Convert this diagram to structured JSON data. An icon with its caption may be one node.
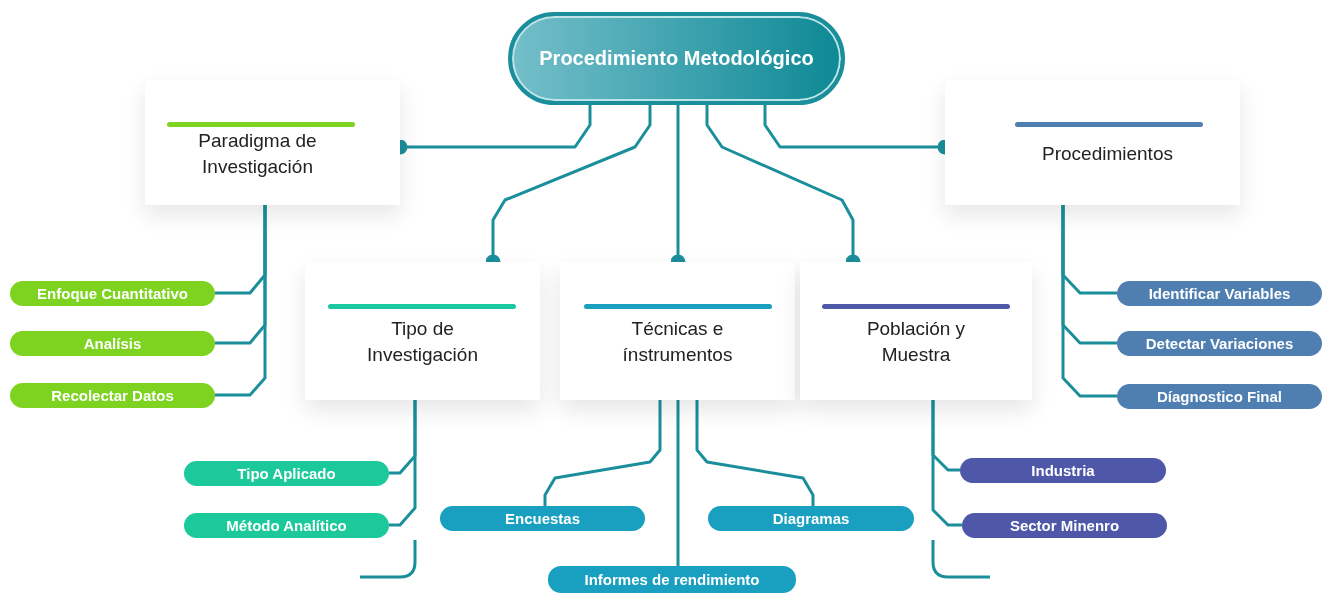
{
  "diagram": {
    "nodes": [
      {
        "text": [
          "Procedimiento Metodológico"
        ]
      },
      {
        "text": [
          "Paradigma de Investigación"
        ]
      },
      {
        "text": [
          "Procedimientos"
        ]
      },
      {
        "text": [
          "Tipo de Investigación"
        ]
      },
      {
        "text": [
          "Técnicas e ínstrumentos"
        ]
      },
      {
        "text": [
          "Población y Muestra"
        ]
      },
      {
        "text": [
          "Enfoque Cuantitativo"
        ]
      },
      {
        "text": [
          "Analísis"
        ]
      },
      {
        "text": [
          "Recolectar Datos"
        ]
      },
      {
        "text": [
          "Identificar Variables"
        ]
      },
      {
        "text": [
          "Detectar Variaciones"
        ]
      },
      {
        "text": [
          "Díagnostico Final"
        ]
      },
      {
        "text": [
          "Tipo Aplicado"
        ]
      },
      {
        "text": [
          "Método Analítico"
        ]
      },
      {
        "text": [
          "Encuestas"
        ]
      },
      {
        "text": [
          "Informes de rendimiento"
        ]
      },
      {
        "text": [
          "Diagramas"
        ]
      },
      {
        "text": [
          "Industria"
        ]
      },
      {
        "text": [
          "Sector Minenro"
        ]
      }
    ],
    "edges": [
      {
        "from": 0,
        "to": 1,
        "arrow": "other"
      },
      {
        "from": 0,
        "to": 3,
        "arrow": "other"
      },
      {
        "from": 0,
        "to": 4,
        "arrow": "other"
      },
      {
        "from": 0,
        "to": 5,
        "arrow": "other"
      },
      {
        "from": 0,
        "to": 2,
        "arrow": "other"
      },
      {
        "from": 1,
        "to": 6,
        "arrow": "none"
      },
      {
        "from": 1,
        "to": 7,
        "arrow": "none"
      },
      {
        "from": 1,
        "to": 8,
        "arrow": "none"
      },
      {
        "from": 2,
        "to": 9,
        "arrow": "none"
      },
      {
        "from": 2,
        "to": 10,
        "arrow": "none"
      },
      {
        "from": 2,
        "to": 11,
        "arrow": "none"
      },
      {
        "from": 3,
        "to": 12,
        "arrow": "none"
      },
      {
        "from": 3,
        "to": 13,
        "arrow": "none"
      },
      {
        "from": 4,
        "to": 14,
        "arrow": "none"
      },
      {
        "from": 4,
        "to": 15,
        "arrow": "none"
      },
      {
        "from": 4,
        "to": 16,
        "arrow": "none"
      },
      {
        "from": 5,
        "to": 17,
        "arrow": "none"
      },
      {
        "from": 5,
        "to": 18,
        "arrow": "none"
      }
    ]
  }
}
